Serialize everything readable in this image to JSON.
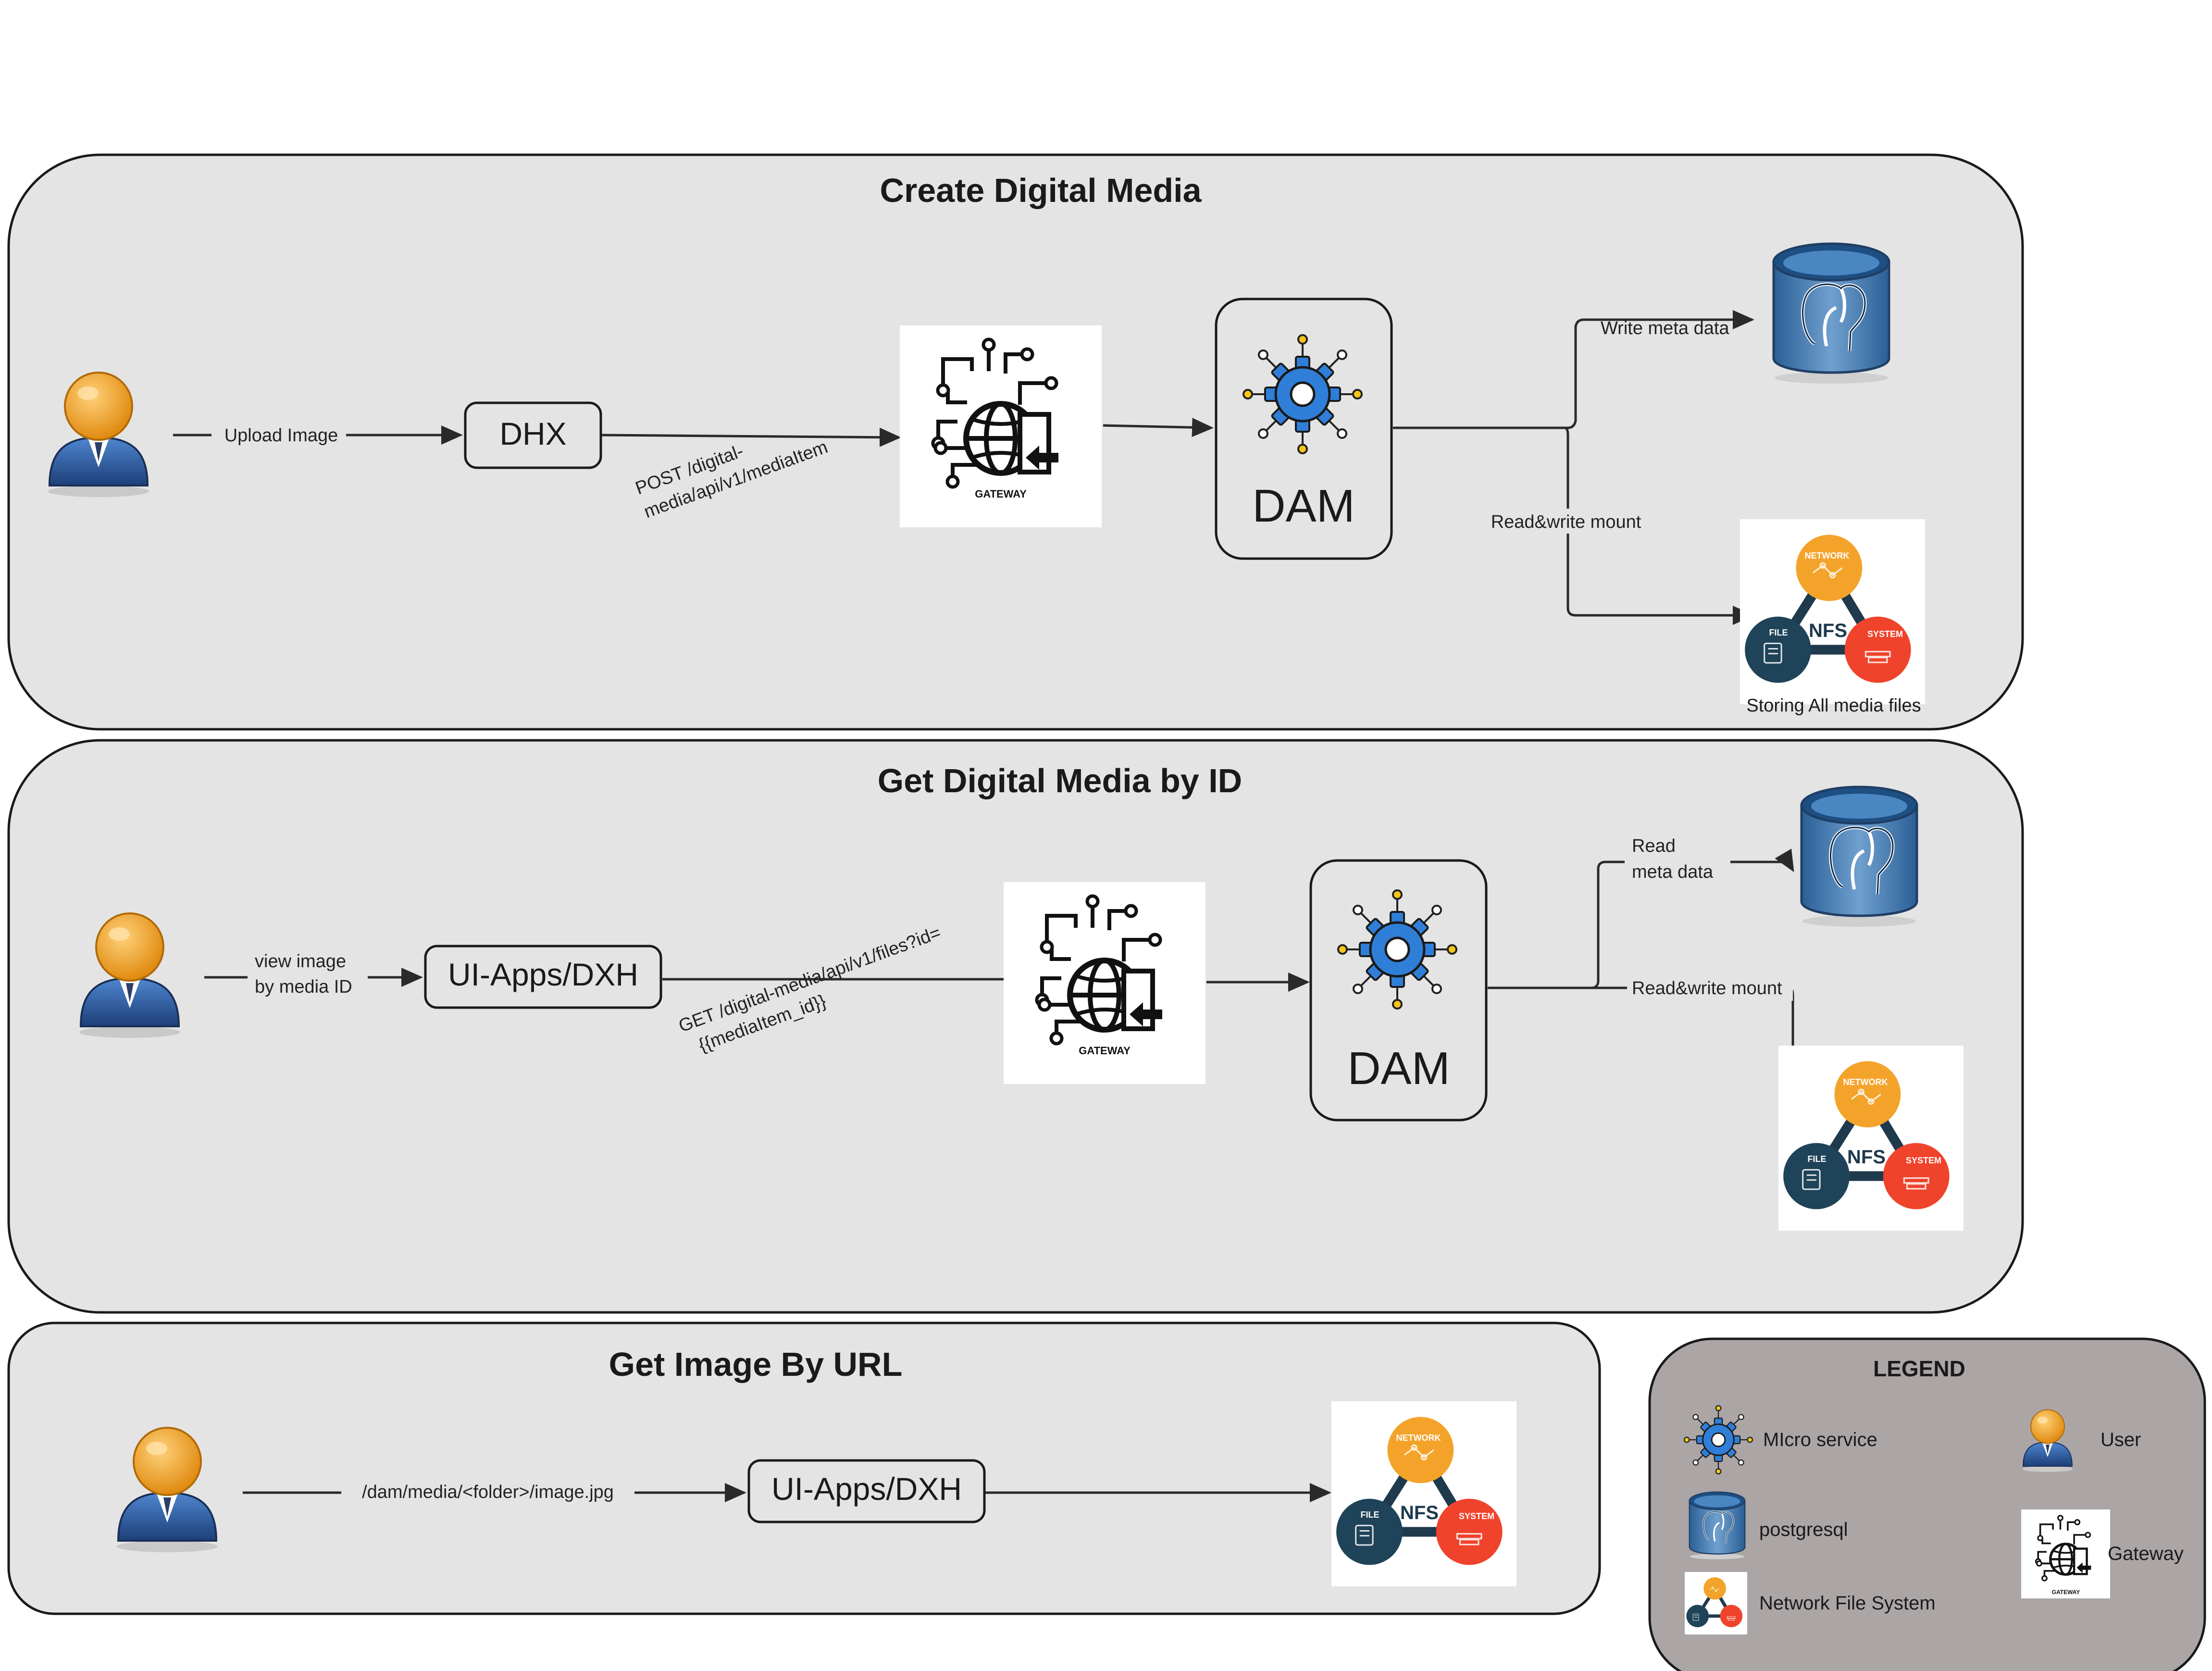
{
  "panels": {
    "create": {
      "title": "Create Digital Media",
      "upload_label": "Upload Image",
      "dhx_label": "DHX",
      "post_label_line1": "POST /digital-",
      "post_label_line2": "media/api/v1/mediaItem",
      "gateway_label": "GATEWAY",
      "dam_label": "DAM",
      "write_meta_label": "Write meta data",
      "read_write_mount_label": "Read&write mount",
      "nfs_caption": "Storing All media files"
    },
    "get_by_id": {
      "title": "Get Digital Media by ID",
      "view_label_line1": "view image",
      "view_label_line2": "by media ID",
      "uiapps_label": "UI-Apps/DXH",
      "get_label_line1": "GET /digital-media/api/v1/files?id=",
      "get_label_line2": "{{mediaItem_id}}",
      "gateway_label": "GATEWAY",
      "dam_label": "DAM",
      "read_meta_line1": "Read",
      "read_meta_line2": "meta data",
      "read_write_mount_label": "Read&write mount"
    },
    "by_url": {
      "title": "Get Image By URL",
      "path_label": "/dam/media/<folder>/image.jpg",
      "uiapps_label": "UI-Apps/DXH"
    }
  },
  "nfs": {
    "network": "NETWORK",
    "file": "FILE",
    "system": "SYSTEM",
    "center": "NFS"
  },
  "legend": {
    "title": "LEGEND",
    "micro_service": "MIcro service",
    "postgresql": "postgresql",
    "nfs": "Network File System",
    "user": "User",
    "gateway": "Gateway",
    "gateway_small": "GATEWAY"
  },
  "colors": {
    "panel_fill": "#e4e4e4",
    "legend_fill": "#aba5a5",
    "gear_blue": "#2f7fd8",
    "user_head": "#f0a030",
    "user_body": "#2f62a8",
    "db_blue": "#3a75b0",
    "nfs_orange": "#f4a32a",
    "nfs_navy": "#1f4358",
    "nfs_red": "#f0432c"
  }
}
